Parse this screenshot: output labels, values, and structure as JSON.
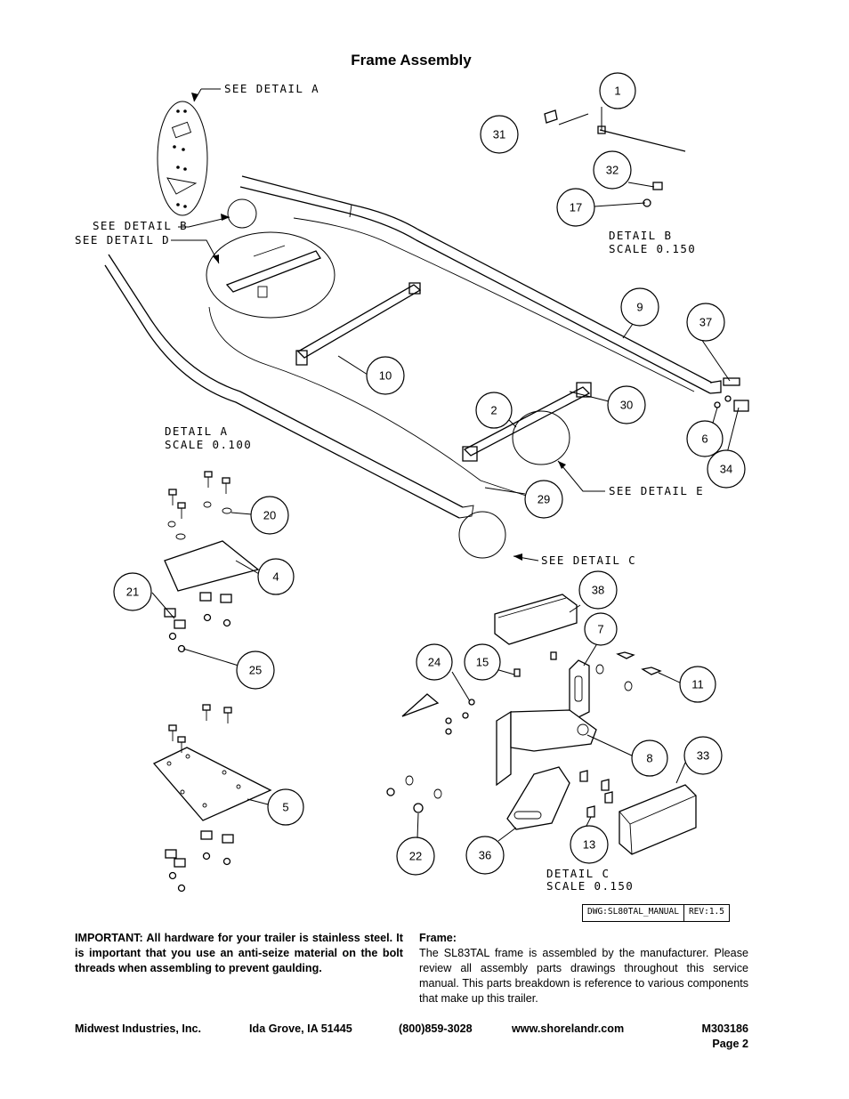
{
  "page": {
    "title": "Frame Assembly"
  },
  "drawing": {
    "callouts": {
      "c1": "1",
      "c31": "31",
      "c32": "32",
      "c17": "17",
      "c9": "9",
      "c37": "37",
      "c30": "30",
      "c6": "6",
      "c34": "34",
      "c2": "2",
      "c10": "10",
      "c29": "29",
      "c20": "20",
      "c4": "4",
      "c21": "21",
      "c25": "25",
      "c5": "5",
      "c38": "38",
      "c7": "7",
      "c24": "24",
      "c15": "15",
      "c11": "11",
      "c8": "8",
      "c33": "33",
      "c13": "13",
      "c36": "36",
      "c22": "22"
    },
    "labels": {
      "see_detail_a": "SEE DETAIL  A",
      "see_detail_b": "SEE DETAIL  B",
      "see_detail_d": "SEE DETAIL  D",
      "see_detail_e": "SEE DETAIL  E",
      "see_detail_c": "SEE DETAIL  C",
      "detail_a_title": "DETAIL  A",
      "detail_a_scale": "SCALE  0.100",
      "detail_b_title": "DETAIL  B",
      "detail_b_scale": "SCALE  0.150",
      "detail_c_title": "DETAIL  C",
      "detail_c_scale": "SCALE  0.150"
    },
    "title_block": {
      "dwg": "DWG:SL80TAL_MANUAL",
      "rev": "REV:1.5"
    }
  },
  "notes": {
    "important": "IMPORTANT: All hardware for your trailer is stainless steel. It is important that you use an anti-seize material on the bolt threads when assembling to prevent gaulding.",
    "frame_heading": "Frame:",
    "frame_body": "The SL83TAL frame is assembled by the manufacturer. Please review all assembly parts drawings throughout this service manual. This parts breakdown is reference to various components that make up this trailer."
  },
  "footer": {
    "company": "Midwest Industries, Inc.",
    "city": "Ida Grove, IA  51445",
    "phone": "(800)859-3028",
    "web": "www.shorelandr.com",
    "doc_number": "M303186",
    "page": "Page 2"
  }
}
